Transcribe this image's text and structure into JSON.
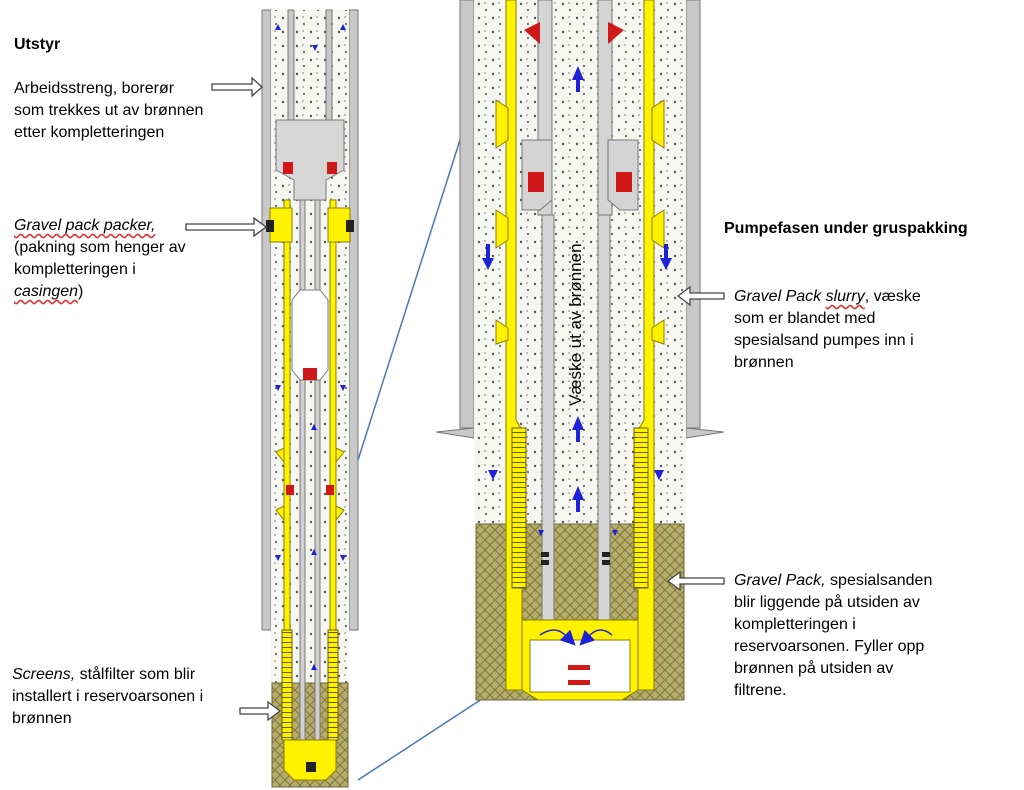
{
  "title": "Utstyr",
  "right_title": "Pumpefasen under gruspakking",
  "vertical_label": "Væske ut av brønnen",
  "labels": {
    "workstring": [
      "Arbeidsstreng, borerør",
      "som trekkes ut av brønnen",
      "etter kompletteringen"
    ],
    "packer": {
      "name": "Gravel pack packer,",
      "lines": [
        "(pakning som henger av",
        "kompletteringen i"
      ],
      "casing_word": "casingen",
      "casing_suffix": ")"
    },
    "screens": {
      "name": "Screens,",
      "rest": " stålfilter som blir",
      "lines": [
        "installert i reservoarsonen i",
        "brønnen"
      ]
    },
    "slurry": {
      "name_a": "Gravel Pack",
      "name_b": "slurry",
      "rest": ", væske",
      "lines": [
        "som er blandet med",
        "spesialsand pumpes inn i",
        "brønnen"
      ]
    },
    "gravelpack": {
      "name": "Gravel Pack,",
      "rest": " spesialsanden",
      "lines": [
        "blir liggende på utsiden av",
        "kompletteringen i",
        "reservoarsonen. Fyller opp",
        "brønnen på utsiden av",
        "filtrene."
      ]
    }
  },
  "colors": {
    "casing": "#c8c8c8",
    "tool": "#fff200",
    "valve": "#d01818",
    "gravel": "#b6ad6a",
    "slurry": "#f7f7f1",
    "arrow": "#1f22d6",
    "zoom_line": "#4a78b8"
  }
}
